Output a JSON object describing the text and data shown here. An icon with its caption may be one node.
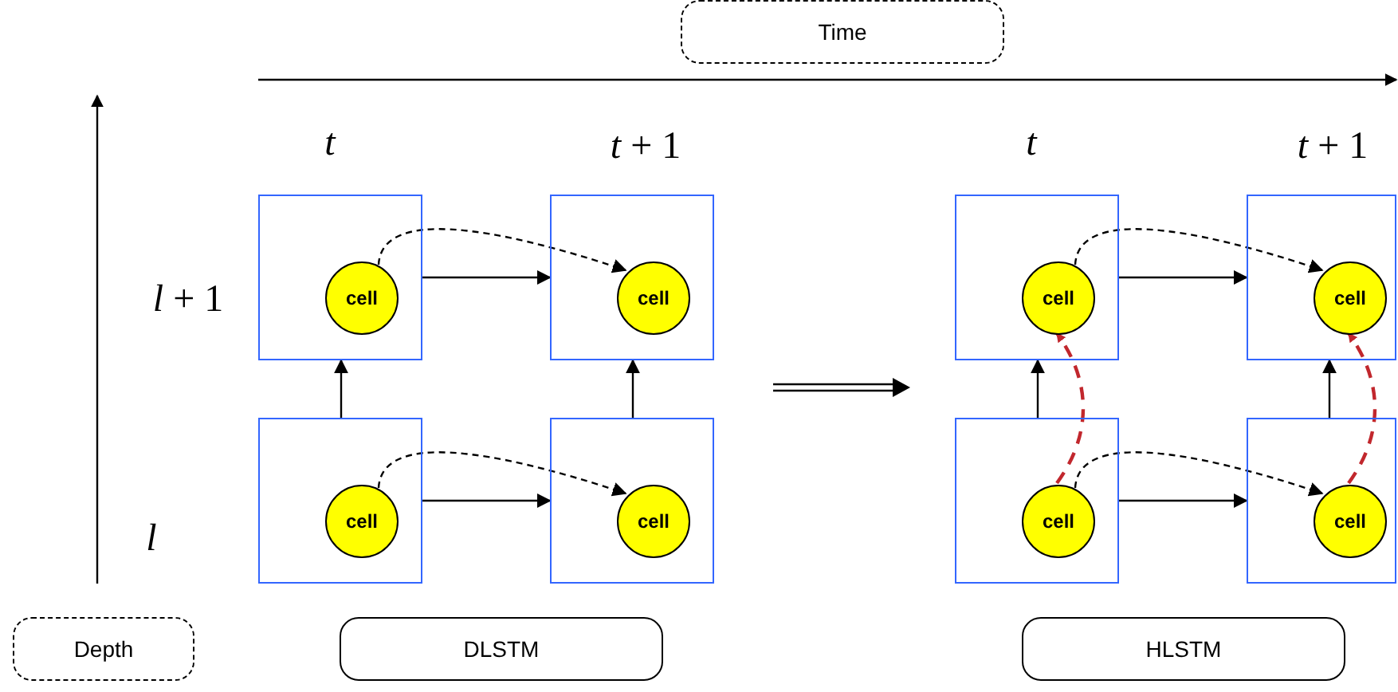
{
  "diagram": {
    "nodes": [
      {
        "text": [
          "Time"
        ]
      },
      {
        "text": [
          "Depth"
        ]
      },
      {
        "text": [
          "DLSTM"
        ]
      },
      {
        "text": [
          "HLSTM"
        ]
      },
      {
        "text": [],
        "shape": "box"
      },
      {
        "text": [
          "cell"
        ],
        "in": 4
      },
      {
        "text": [],
        "shape": "box"
      },
      {
        "text": [
          "cell"
        ],
        "in": 6
      },
      {
        "text": [],
        "shape": "box"
      },
      {
        "text": [
          "cell"
        ],
        "in": 8
      },
      {
        "text": [],
        "shape": "box"
      },
      {
        "text": [
          "cell"
        ],
        "in": 10
      },
      {
        "text": [],
        "shape": "box"
      },
      {
        "text": [
          "cell"
        ],
        "in": 12
      },
      {
        "text": [],
        "shape": "box"
      },
      {
        "text": [
          "cell"
        ],
        "in": 14
      },
      {
        "text": [],
        "shape": "box"
      },
      {
        "text": [
          "cell"
        ],
        "in": 16
      },
      {
        "text": [],
        "shape": "box"
      },
      {
        "text": [
          "cell"
        ],
        "in": 18
      }
    ],
    "edges": [
      {
        "from": 5,
        "to": 7,
        "arrow": "to",
        "style": "dashed"
      },
      {
        "from": 4,
        "to": 6,
        "arrow": "to"
      },
      {
        "from": 8,
        "to": 4,
        "arrow": "to"
      },
      {
        "from": 10,
        "to": 6,
        "arrow": "to"
      },
      {
        "from": 9,
        "to": 11,
        "arrow": "to",
        "style": "dashed"
      },
      {
        "from": 8,
        "to": 10,
        "arrow": "to"
      },
      {
        "from": 13,
        "to": 15,
        "arrow": "to",
        "style": "dashed"
      },
      {
        "from": 12,
        "to": 14,
        "arrow": "to"
      },
      {
        "from": 16,
        "to": 12,
        "arrow": "to"
      },
      {
        "from": 18,
        "to": 14,
        "arrow": "to"
      },
      {
        "from": 17,
        "to": 19,
        "arrow": "to",
        "style": "dashed"
      },
      {
        "from": 16,
        "to": 18,
        "arrow": "to"
      },
      {
        "from": 17,
        "to": 13,
        "arrow": "to",
        "style": "dashed",
        "color": "#c1272d"
      },
      {
        "from": 19,
        "to": 15,
        "arrow": "to",
        "style": "dashed",
        "color": "#c1272d"
      }
    ],
    "labels": [
      "*t*",
      "*t* + 1",
      "*t*",
      "*t* + 1",
      "*l* + 1",
      "*l*"
    ]
  }
}
